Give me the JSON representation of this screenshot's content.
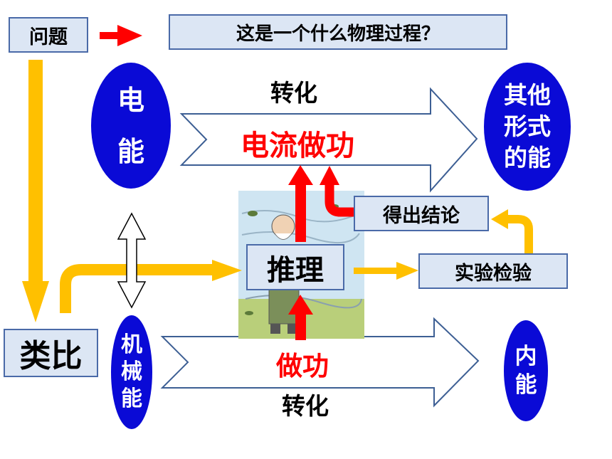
{
  "question_label": "问题",
  "question_text": "这是一个什么物理过程？",
  "analogy_label": "类比",
  "electric_energy": [
    "电",
    "能"
  ],
  "mechanical_energy": [
    "机",
    "械",
    "能"
  ],
  "other_energy": [
    "其他",
    "形式",
    "的能"
  ],
  "internal_energy": [
    "内",
    "能"
  ],
  "top_arrow": {
    "above": "转化",
    "inside": "电流做功"
  },
  "bottom_arrow": {
    "inside": "做功",
    "below": "转化"
  },
  "reasoning_label": "推理",
  "experiment_label": "实验检验",
  "conclusion_label": "得出结论",
  "colors": {
    "oval": "#0a0ad6",
    "box_fill": "#dce6f4",
    "box_border": "#4a6aa8",
    "yellow_arrow": "#ffc000",
    "red_arrow": "#ff0000",
    "red_text": "#ff0000"
  }
}
